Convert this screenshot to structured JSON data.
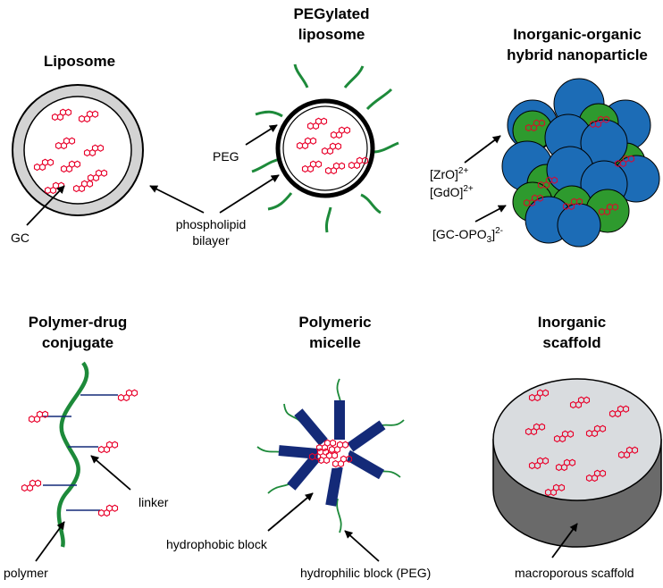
{
  "colors": {
    "drug": "#e8002a",
    "peg": "#1d8a3a",
    "block": "#142a78",
    "sphere_blue": "#1c6cb6",
    "sphere_green": "#2e9a2e",
    "shell_gray": "#d3d3d3",
    "scaffold_side": "#6a6a6a",
    "scaffold_top": "#d9dcdf",
    "arrow": "#000000"
  },
  "panels": {
    "liposome": {
      "title": "Liposome",
      "gc_label": "GC"
    },
    "pegylated": {
      "title_line1": "PEGylated",
      "title_line2": "liposome",
      "peg_label": "PEG",
      "bilayer_line1": "phospholipid",
      "bilayer_line2": "bilayer"
    },
    "hybrid": {
      "title_line1": "Inorganic-organic",
      "title_line2": "hybrid nanoparticle",
      "zro_base": "[ZrO]",
      "zro_sup": "2+",
      "gdo_base": "[GdO]",
      "gdo_sup": "2+",
      "gc_base": "[GC-OPO",
      "gc_sub": "3",
      "gc_close": "]",
      "gc_sup": "2-"
    },
    "conjugate": {
      "title_line1": "Polymer-drug",
      "title_line2": "conjugate",
      "linker_label": "linker",
      "polymer_label": "polymer"
    },
    "micelle": {
      "title_line1": "Polymeric",
      "title_line2": "micelle",
      "hydrophobic_label": "hydrophobic block",
      "hydrophilic_label": "hydrophilic block (PEG)"
    },
    "scaffold": {
      "title_line1": "Inorganic",
      "title_line2": "scaffold",
      "macro_label": "macroporous scaffold"
    }
  }
}
